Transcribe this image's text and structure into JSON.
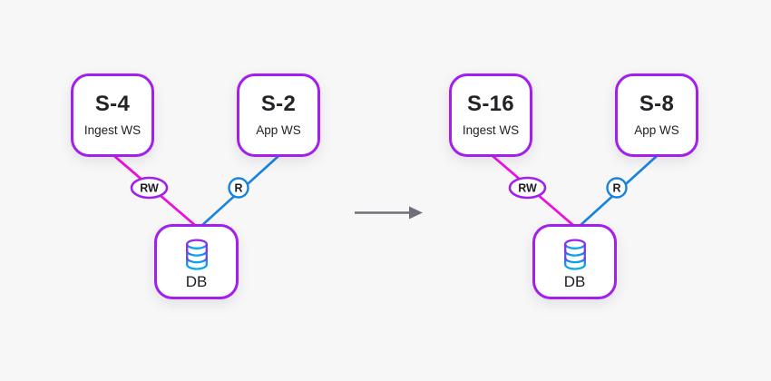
{
  "colors": {
    "node_border": "#a21fec",
    "rw_edge": "#ed0fde",
    "r_edge": "#1783e0",
    "arrow": "#6f6f79",
    "background": "#f7f7f8"
  },
  "before": {
    "ingest": {
      "title": "S-4",
      "subtitle": "Ingest WS"
    },
    "app": {
      "title": "S-2",
      "subtitle": "App WS"
    },
    "db": {
      "label": "DB"
    },
    "edges": {
      "rw": "RW",
      "r": "R"
    }
  },
  "after": {
    "ingest": {
      "title": "S-16",
      "subtitle": "Ingest WS"
    },
    "app": {
      "title": "S-8",
      "subtitle": "App WS"
    },
    "db": {
      "label": "DB"
    },
    "edges": {
      "rw": "RW",
      "r": "R"
    }
  }
}
